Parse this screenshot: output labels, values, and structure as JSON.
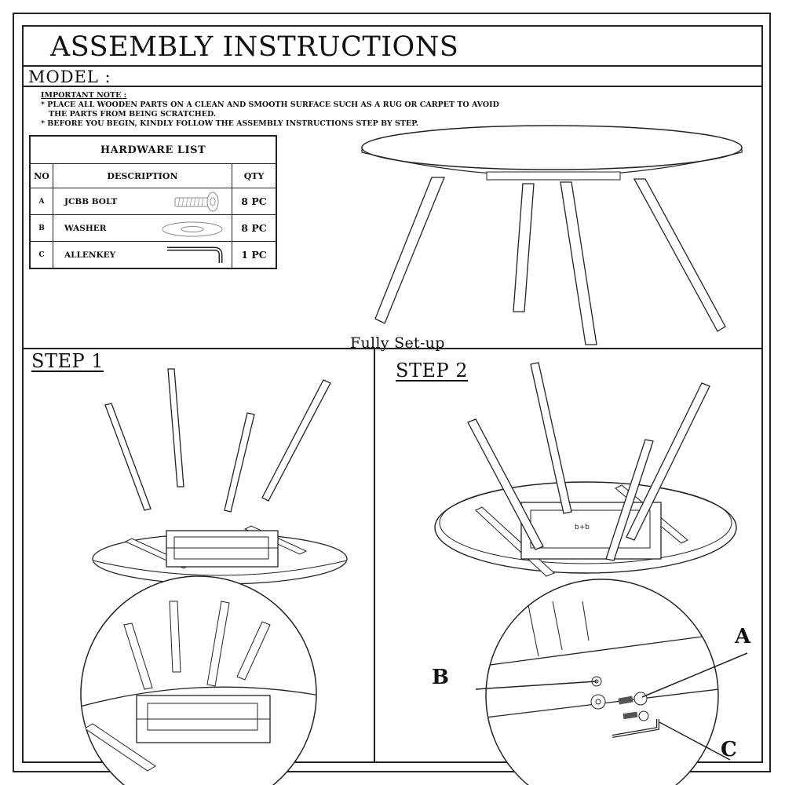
{
  "header": {
    "title": "ASSEMBLY INSTRUCTIONS",
    "model_label": "MODEL :"
  },
  "note": {
    "heading": "IMPORTANT NOTE :",
    "line1": "* PLACE ALL WOODEN PARTS ON A CLEAN AND SMOOTH SURFACE SUCH AS A RUG OR CARPET TO AVOID",
    "line1_cont": "THE PARTS FROM BEING SCRATCHED.",
    "line2": "* BEFORE YOU BEGIN, KINDLY FOLLOW THE ASSEMBLY INSTRUCTIONS STEP BY STEP."
  },
  "hardware": {
    "title": "HARDWARE LIST",
    "columns": [
      "NO",
      "DESCRIPTION",
      "QTY"
    ],
    "items": [
      {
        "no": "A",
        "description": "JCBB BOLT",
        "qty": "8 PC",
        "icon": "bolt-icon"
      },
      {
        "no": "B",
        "description": "WASHER",
        "qty": "8 PC",
        "icon": "washer-icon"
      },
      {
        "no": "C",
        "description": "ALLENKEY",
        "qty": "1 PC",
        "icon": "allen-key-icon"
      }
    ]
  },
  "setup": {
    "caption": "Fully Set-up"
  },
  "steps": [
    {
      "label": "STEP 1"
    },
    {
      "label": "STEP 2"
    }
  ],
  "callouts": {
    "a": "A",
    "b": "B",
    "c": "C"
  }
}
